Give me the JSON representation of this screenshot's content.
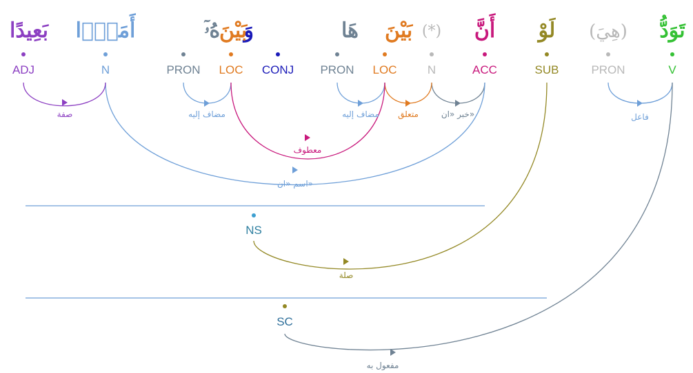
{
  "words": [
    {
      "id": "w0",
      "arabic": "تَوَدُّ",
      "tag": "V",
      "color": "#34c134",
      "dot": "#34c134"
    },
    {
      "id": "w1",
      "arabic": "(هِيَ)",
      "tag": "PRON",
      "color": "#b8b8b8",
      "dot": "#b8b8b8"
    },
    {
      "id": "w2",
      "arabic": "لَوْ",
      "tag": "SUB",
      "color": "#938824",
      "dot": "#938824"
    },
    {
      "id": "w3",
      "arabic": "أَنَّ",
      "tag": "ACC",
      "color": "#c8187c",
      "dot": "#c8187c"
    },
    {
      "id": "w4",
      "arabic": "(*)",
      "tag": "N",
      "color": "#b8b8b8",
      "dot": "#b8b8b8"
    },
    {
      "id": "w5",
      "arabic": "بَيْنَ",
      "tag": "LOC",
      "color": "#e07a20",
      "dot": "#e07a20"
    },
    {
      "id": "w6",
      "arabic": "هَا",
      "tag": "PRON",
      "color": "#6f8293",
      "dot": "#6f8293"
    },
    {
      "id": "w7",
      "arabic": "وَ",
      "tag": "CONJ",
      "color": "#1a1ab8",
      "dot": "#1a1ab8"
    },
    {
      "id": "w8",
      "arabic": "بَيْنَ",
      "tag": "LOC",
      "color": "#e07a20",
      "dot": "#e07a20"
    },
    {
      "id": "w9",
      "arabic": "هُۥٓ",
      "tag": "PRON",
      "color": "#6f8293",
      "dot": "#6f8293"
    },
    {
      "id": "w10",
      "arabic": "أَمَدًۢا",
      "tag": "N",
      "color": "#6e9fd8",
      "dot": "#6e9fd8"
    },
    {
      "id": "w11",
      "arabic": "بَعِيدًا",
      "tag": "ADJ",
      "color": "#8c3fc2",
      "dot": "#8c3fc2"
    }
  ],
  "nodes": [
    {
      "id": "ns",
      "tag": "NS",
      "color": "#2e7fa0",
      "dot": "#3d9fd0"
    },
    {
      "id": "sc",
      "tag": "SC",
      "color": "#2e6f9a",
      "dot": "#938824"
    }
  ],
  "relations": [
    {
      "label": "فاعل",
      "color": "#6e9fd8"
    },
    {
      "label": "خبر «ان»",
      "color": "#6f8293"
    },
    {
      "label": "متعلق",
      "color": "#e07a20"
    },
    {
      "label": "مضاف إليه",
      "color": "#6e9fd8"
    },
    {
      "label": "مضاف إليه",
      "color": "#6e9fd8"
    },
    {
      "label": "معطوف",
      "color": "#c8187c"
    },
    {
      "label": "اسم «ان»",
      "color": "#6e9fd8"
    },
    {
      "label": "صفة",
      "color": "#8c3fc2"
    },
    {
      "label": "صلة",
      "color": "#938824"
    },
    {
      "label": "مفعول به",
      "color": "#6f8293"
    }
  ],
  "colors": {
    "separator": "#6e9fd8"
  }
}
